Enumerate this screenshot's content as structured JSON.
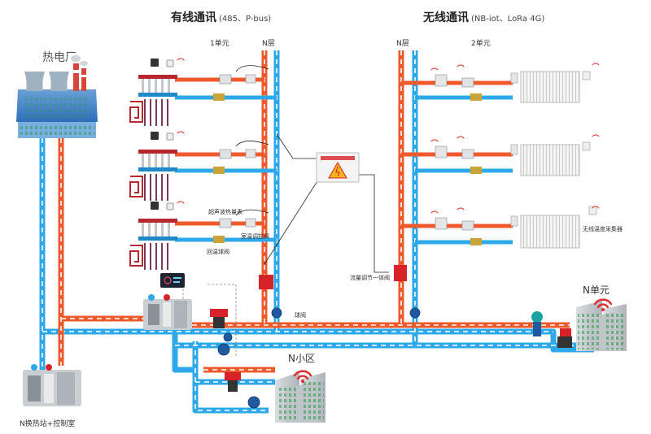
{
  "titles": {
    "wired_main": "有线通讯",
    "wired_sub": "(485、P-bus)",
    "wireless_main": "无线通讯",
    "wireless_sub": "(NB-iot、LoRa 4G)"
  },
  "labels": {
    "unit1": "1单元",
    "floor_n_left": "N层",
    "floor_n_right": "N层",
    "unit2": "2单元",
    "power_plant": "热电厂",
    "ultrasonic_meter": "超声波热量表",
    "temp_valve": "室温调控阀",
    "return_temp_valve": "回温球阀",
    "ball_valve": "球阀",
    "flow_regulator": "流量调节一体阀",
    "wireless_temp_collector": "无线温度采集器",
    "n_unit": "N单元",
    "n_community": "N小区",
    "exchange_station": "N换热站+控制室"
  },
  "colors": {
    "supply_pipe": "#ef5a2c",
    "return_pipe": "#2ea8ea",
    "pipe_stripe": "#ffffff",
    "building": "#c8ccd0",
    "valve_red": "#d8222a",
    "valve_blue": "#1f5aa0",
    "meter_teal": "#1aa3a3"
  },
  "icons": [
    "power-plant-icon",
    "heat-exchange-station-icon",
    "floor-heating-manifold-icon",
    "radiator-icon",
    "thermostat-icon",
    "heat-meter-icon",
    "control-valve-icon",
    "butterfly-valve-icon",
    "flow-meter-icon",
    "control-panel-icon",
    "warning-box-icon",
    "apartment-building-icon",
    "wifi-signal-icon"
  ]
}
